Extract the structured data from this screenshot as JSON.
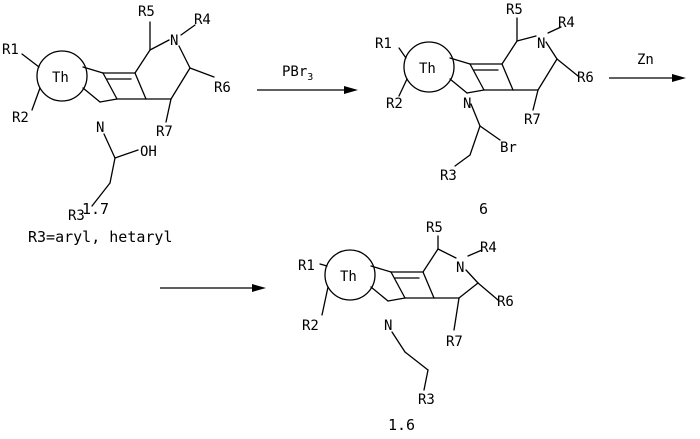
{
  "compound_start": {
    "substituents": {
      "r1": "R1",
      "r2": "R2",
      "r3": "R3",
      "r4": "R4",
      "r5": "R5",
      "r6": "R6",
      "r7": "R7"
    },
    "fused_ring": "Th",
    "n_ring": "N",
    "n_pyrrole": "N",
    "oh": "OH",
    "number": "1.7",
    "note": "R3=aryl, hetaryl"
  },
  "arrow_1": {
    "reagent": "PBr",
    "subscript": "3"
  },
  "compound_intermediate": {
    "substituents": {
      "r1": "R1",
      "r2": "R2",
      "r3": "R3",
      "r4": "R4",
      "r5": "R5",
      "r6": "R6",
      "r7": "R7"
    },
    "fused_ring": "Th",
    "n_ring": "N",
    "n_pyrrole": "N",
    "br": "Br",
    "number": "6"
  },
  "arrow_2": {
    "reagent": "Zn"
  },
  "arrow_3": {
    "reagent": ""
  },
  "compound_product": {
    "substituents": {
      "r1": "R1",
      "r2": "R2",
      "r3": "R3",
      "r4": "R4",
      "r5": "R5",
      "r6": "R6",
      "r7": "R7"
    },
    "fused_ring": "Th",
    "n_ring": "N",
    "n_pyrrole": "N",
    "number": "1.6"
  }
}
